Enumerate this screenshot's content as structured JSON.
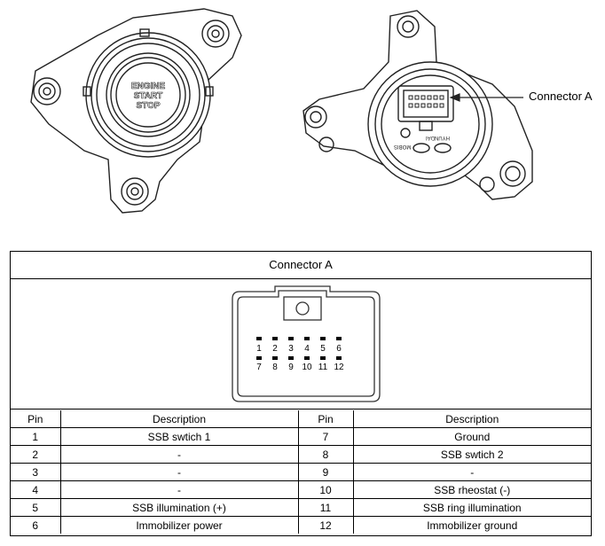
{
  "illustration": {
    "button_text": [
      "ENGINE",
      "START",
      "STOP"
    ],
    "rear_marks": [
      "HYUNDAI",
      "MOBIS"
    ],
    "callout": "Connector A"
  },
  "panel": {
    "title": "Connector A",
    "connector_pins_top": [
      "1",
      "2",
      "3",
      "4",
      "5",
      "6"
    ],
    "connector_pins_bottom": [
      "7",
      "8",
      "9",
      "10",
      "11",
      "12"
    ]
  },
  "table": {
    "headers": [
      "Pin",
      "Description",
      "Pin",
      "Description"
    ],
    "rows": [
      [
        "1",
        "SSB swtich 1",
        "7",
        "Ground"
      ],
      [
        "2",
        "-",
        "8",
        "SSB swtich 2"
      ],
      [
        "3",
        "-",
        "9",
        "-"
      ],
      [
        "4",
        "-",
        "10",
        "SSB rheostat (-)"
      ],
      [
        "5",
        "SSB illumination (+)",
        "11",
        "SSB ring illumination"
      ],
      [
        "6",
        "Immobilizer power",
        "12",
        "Immobilizer ground"
      ]
    ]
  }
}
